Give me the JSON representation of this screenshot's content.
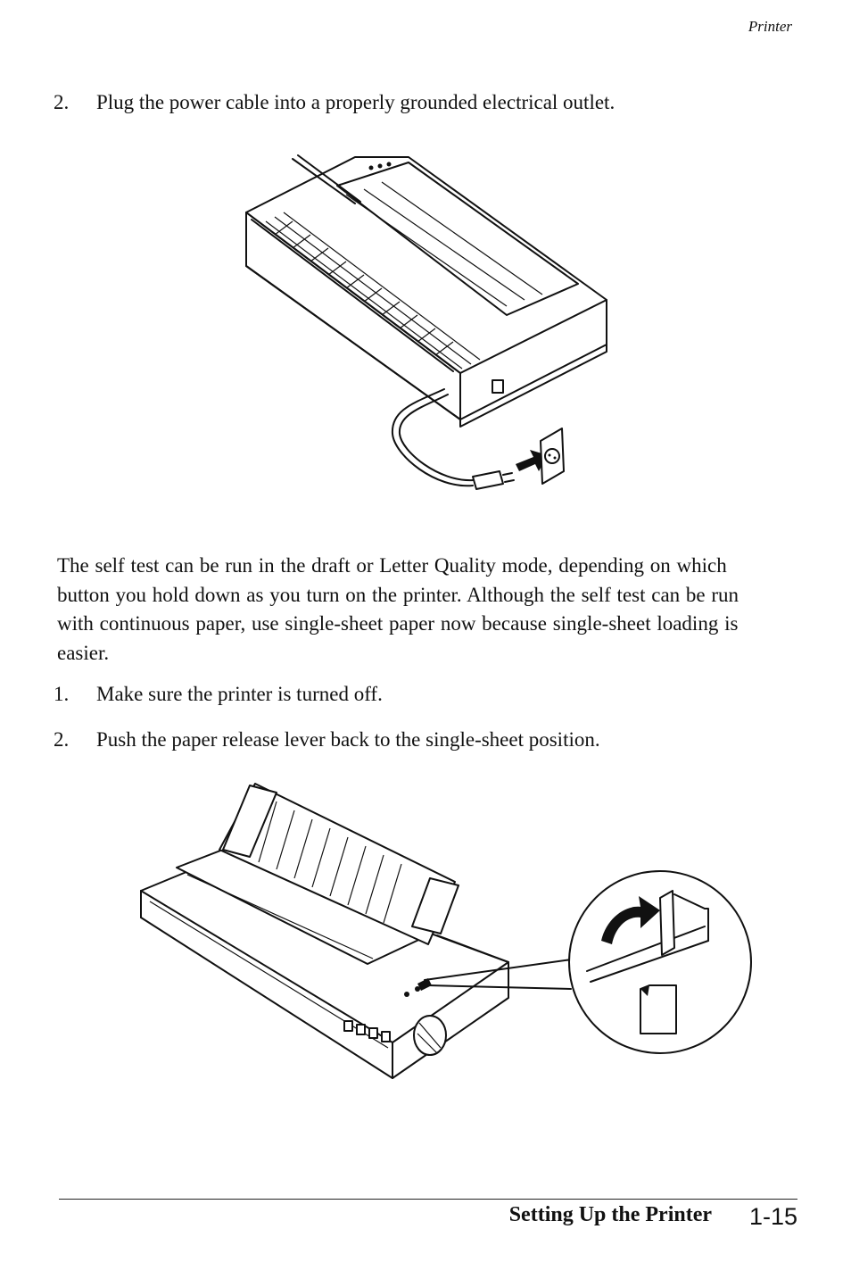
{
  "header": {
    "running_head": "Printer"
  },
  "steps_top": [
    {
      "number": "2.",
      "text": "Plug the power cable into a properly grounded electrical outlet."
    }
  ],
  "paragraph": "The self test can be run in the draft or Letter Quality mode, depending on which button you hold down as you turn on the printer. Although the self test can be run with continuous paper, use single-sheet paper now because single-sheet loading is easier.",
  "steps_bottom": [
    {
      "number": "1.",
      "text": "Make sure the printer is turned off."
    },
    {
      "number": "2.",
      "text": "Push the paper release lever back to the single-sheet position."
    }
  ],
  "footer": {
    "section_title": "Setting Up the Printer",
    "page_number": "1-15"
  }
}
